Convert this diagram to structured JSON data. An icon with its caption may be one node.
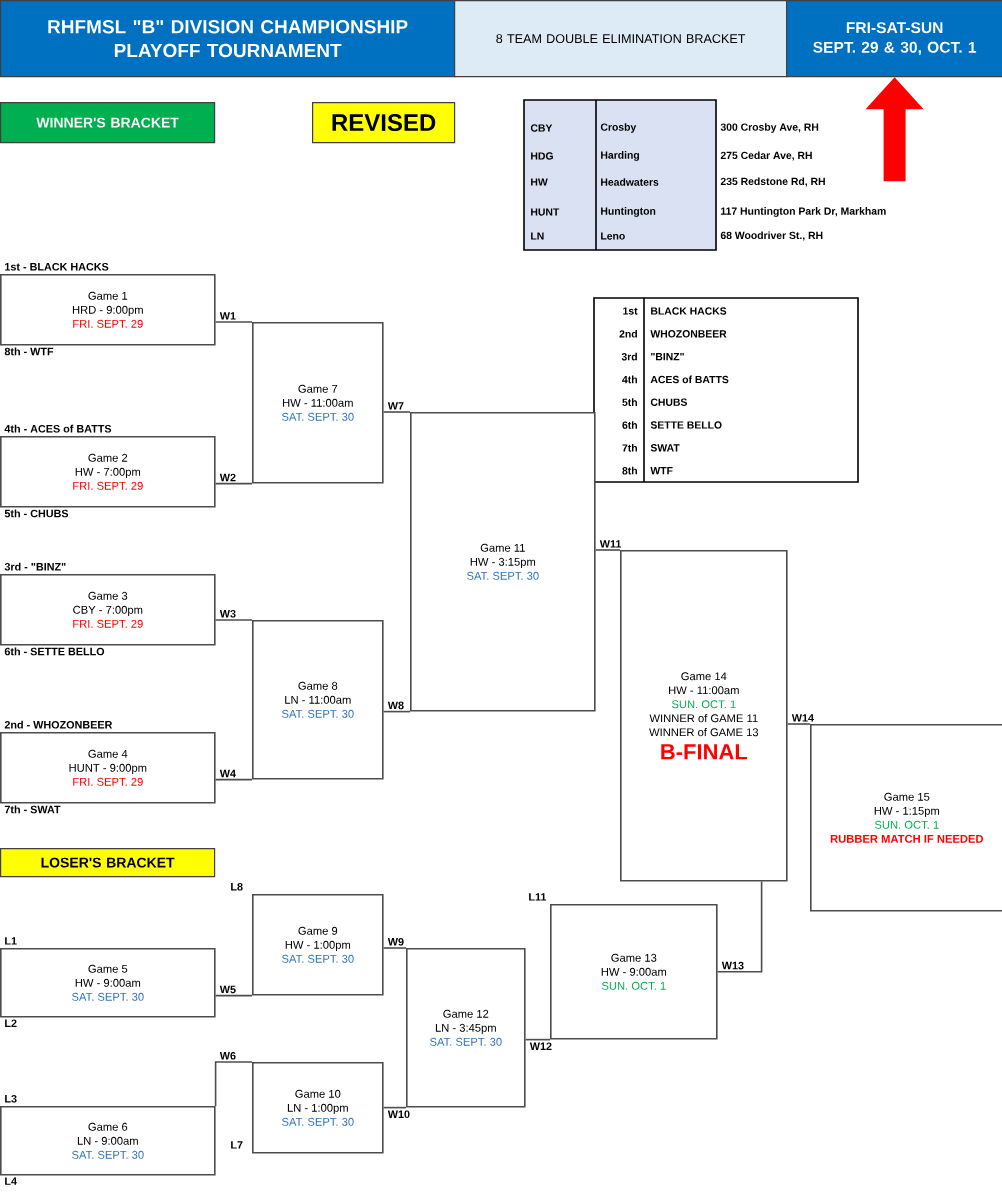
{
  "diagram": {
    "nodes": [
      {
        "text": [
          "RHFMSL \"B\" DIVISION CHAMPIONSHIP PLAYOFF TOURNAMENT"
        ]
      },
      {
        "text": [
          "8 TEAM DOUBLE ELIMINATION BRACKET"
        ]
      },
      {
        "text": [
          "FRI-SAT-SUN",
          "SEPT. 29 & 30, OCT. 1"
        ]
      },
      {
        "text": [
          "WINNER'S BRACKET"
        ]
      },
      {
        "text": [
          "REVISED"
        ]
      },
      {
        "text": [
          "LOSER'S BRACKET"
        ]
      },
      {
        "text": [
          "Game 1",
          "HRD - 9:00pm",
          "FRI. SEPT. 29"
        ],
        "beside": [
          "1st - BLACK HACKS",
          "8th - WTF"
        ]
      },
      {
        "text": [
          "Game 2",
          "HW - 7:00pm",
          "FRI. SEPT. 29"
        ],
        "beside": [
          "4th - ACES of BATTS",
          "5th - CHUBS"
        ]
      },
      {
        "text": [
          "Game 3",
          "CBY - 7:00pm",
          "FRI. SEPT. 29"
        ],
        "beside": [
          "3rd - \"BINZ\"",
          "6th - SETTE BELLO"
        ]
      },
      {
        "text": [
          "Game 4",
          "HUNT - 9:00pm",
          "FRI. SEPT. 29"
        ],
        "beside": [
          "2nd - WHOZONBEER",
          "7th - SWAT"
        ]
      },
      {
        "text": [
          "Game 5",
          "HW - 9:00am",
          "SAT. SEPT. 30"
        ],
        "beside": [
          "L1",
          "L2"
        ]
      },
      {
        "text": [
          "Game 6",
          "LN - 9:00am",
          "SAT. SEPT. 30"
        ],
        "beside": [
          "L3",
          "L4"
        ]
      },
      {
        "text": [
          "Game 7",
          "HW - 11:00am",
          "SAT. SEPT. 30"
        ]
      },
      {
        "text": [
          "Game 8",
          "LN - 11:00am",
          "SAT. SEPT. 30"
        ]
      },
      {
        "text": [
          "Game 9",
          "HW - 1:00pm",
          "SAT. SEPT. 30"
        ],
        "beside": [
          "L8"
        ]
      },
      {
        "text": [
          "Game 10",
          "LN - 1:00pm",
          "SAT. SEPT. 30"
        ],
        "beside": [
          "L7"
        ]
      },
      {
        "text": [
          "Game 11",
          "HW - 3:15pm",
          "SAT. SEPT. 30"
        ]
      },
      {
        "text": [
          "Game 12",
          "LN - 3:45pm",
          "SAT. SEPT. 30"
        ]
      },
      {
        "text": [
          "Game 13",
          "HW - 9:00am",
          "SUN. OCT. 1"
        ],
        "beside": [
          "L11"
        ]
      },
      {
        "text": [
          "Game 14",
          "HW - 11:00am",
          "SUN. OCT. 1",
          "WINNER of GAME 11",
          "WINNER of GAME 13",
          "B-FINAL"
        ]
      },
      {
        "text": [
          "Game 15",
          "HW - 1:15pm",
          "SUN. OCT. 1",
          "RUBBER MATCH IF NEEDED"
        ]
      }
    ],
    "edges": [
      {
        "from": 6,
        "to": 12,
        "arrow": "none",
        "label": "W1"
      },
      {
        "from": 7,
        "to": 12,
        "arrow": "none",
        "label": "W2"
      },
      {
        "from": 8,
        "to": 13,
        "arrow": "none",
        "label": "W3"
      },
      {
        "from": 9,
        "to": 13,
        "arrow": "none",
        "label": "W4"
      },
      {
        "from": 12,
        "to": 16,
        "arrow": "none",
        "label": "W7"
      },
      {
        "from": 13,
        "to": 16,
        "arrow": "none",
        "label": "W8"
      },
      {
        "from": 16,
        "to": 19,
        "arrow": "none",
        "label": "W11"
      },
      {
        "from": 19,
        "to": 20,
        "arrow": "none",
        "label": "W14"
      },
      {
        "from": 10,
        "to": 14,
        "arrow": "none",
        "label": "W5"
      },
      {
        "from": 11,
        "to": 15,
        "arrow": "none",
        "label": "W6"
      },
      {
        "from": 14,
        "to": 17,
        "arrow": "none",
        "label": "W9"
      },
      {
        "from": 15,
        "to": 17,
        "arrow": "none",
        "label": "W10"
      },
      {
        "from": 17,
        "to": 18,
        "arrow": "none",
        "label": "W12"
      },
      {
        "from": 18,
        "to": 19,
        "arrow": "none",
        "label": "W13"
      },
      {
        "from": null,
        "to": 2,
        "arrow": "to",
        "style": "thick",
        "color": "#ff0000"
      }
    ],
    "labels": [
      "CBY",
      "Crosby",
      "300 Crosby Ave, RH",
      "HDG",
      "Harding",
      "275 Cedar Ave, RH",
      "HW",
      "Headwaters",
      "235 Redstone Rd, RH",
      "HUNT",
      "Huntington",
      "117 Huntington Park Dr, Markham",
      "LN",
      "Leno",
      "68 Woodriver St., RH",
      "1st",
      "BLACK HACKS",
      "2nd",
      "WHOZONBEER",
      "3rd",
      "\"BINZ\"",
      "4th",
      "ACES of BATTS",
      "5th",
      "CHUBS",
      "6th",
      "SETTE BELLO",
      "7th",
      "SWAT",
      "8th",
      "WTF"
    ]
  }
}
